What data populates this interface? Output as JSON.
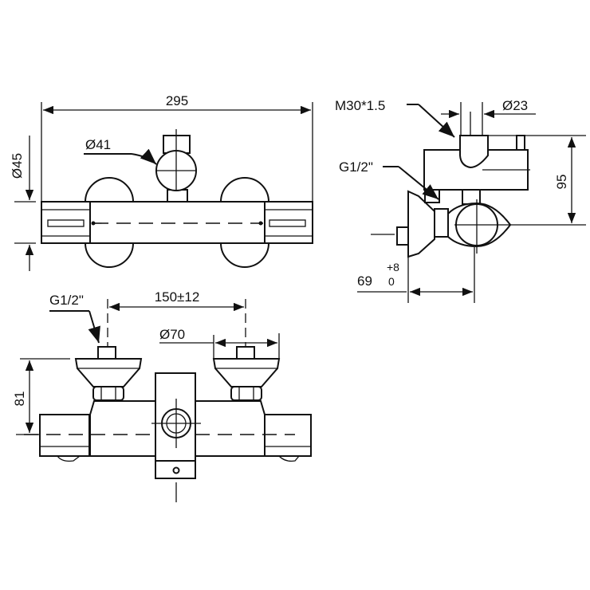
{
  "top_view": {
    "width_dim": "295",
    "knob_dia": "Ø41",
    "body_dia": "Ø45"
  },
  "side_view": {
    "thread": "M30*1.5",
    "outlet_dia": "Ø23",
    "inlet": "G1/2\"",
    "height_dim": "95",
    "depth_dim": "69",
    "tol_plus": "+8",
    "tol_minus": "0"
  },
  "front_view": {
    "inlet": "G1/2\"",
    "center_dim": "150±12",
    "flange_dia": "Ø70",
    "height_dim": "81"
  },
  "colors": {
    "line": "#111111",
    "background": "#ffffff"
  }
}
